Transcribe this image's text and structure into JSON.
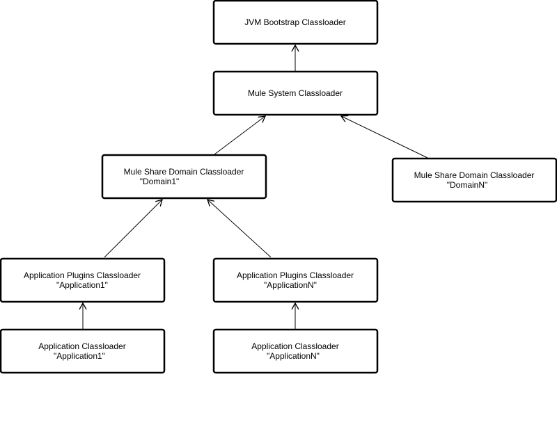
{
  "diagram": {
    "nodes": {
      "jvm_bootstrap": {
        "line1": "JVM Bootstrap Classloader"
      },
      "mule_system": {
        "line1": "Mule System Classloader"
      },
      "domain1": {
        "line1": "Mule Share Domain Classloader",
        "line2": "\"Domain1\""
      },
      "domainN": {
        "line1": "Mule Share Domain Classloader",
        "line2": "\"DomainN\""
      },
      "plugins_app1": {
        "line1": "Application Plugins Classloader",
        "line2": "\"Application1\""
      },
      "plugins_appN": {
        "line1": "Application Plugins Classloader",
        "line2": "\"ApplicationN\""
      },
      "app1": {
        "line1": "Application Classloader",
        "line2": "\"Application1\""
      },
      "appN": {
        "line1": "Application Classloader",
        "line2": "\"ApplicationN\""
      }
    },
    "edges": [
      {
        "from": "mule_system",
        "to": "jvm_bootstrap"
      },
      {
        "from": "domain1",
        "to": "mule_system"
      },
      {
        "from": "domainN",
        "to": "mule_system"
      },
      {
        "from": "plugins_app1",
        "to": "domain1"
      },
      {
        "from": "plugins_appN",
        "to": "domain1"
      },
      {
        "from": "app1",
        "to": "plugins_app1"
      },
      {
        "from": "appN",
        "to": "plugins_appN"
      }
    ],
    "colors": {
      "stroke": "#000000",
      "fill": "#ffffff",
      "background": "#ffffff"
    }
  }
}
